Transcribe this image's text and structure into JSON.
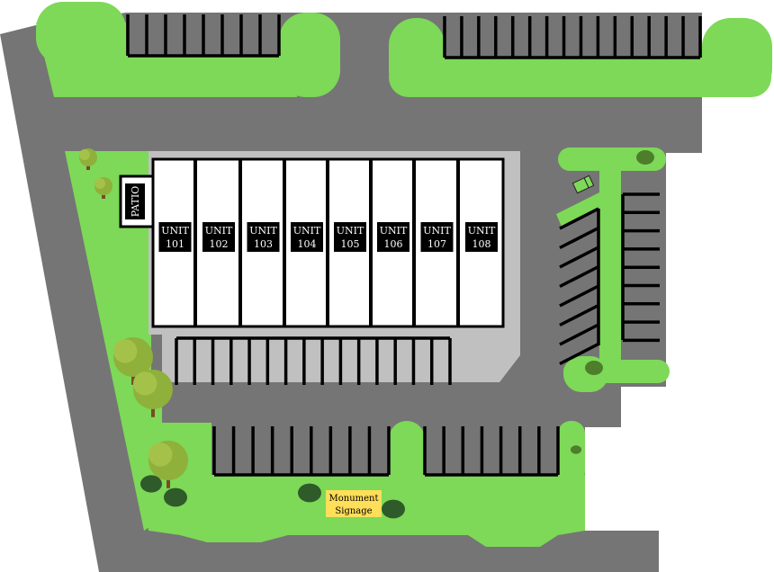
{
  "site_plan": {
    "units": [
      {
        "line1": "UNIT",
        "line2": "101"
      },
      {
        "line1": "UNIT",
        "line2": "102"
      },
      {
        "line1": "UNIT",
        "line2": "103"
      },
      {
        "line1": "UNIT",
        "line2": "104"
      },
      {
        "line1": "UNIT",
        "line2": "105"
      },
      {
        "line1": "UNIT",
        "line2": "106"
      },
      {
        "line1": "UNIT",
        "line2": "107"
      },
      {
        "line1": "UNIT",
        "line2": "108"
      }
    ],
    "patio_label": "PATIO",
    "signage": {
      "line1": "Monument",
      "line2": "Signage"
    }
  },
  "colors": {
    "asphalt": "#757575",
    "grass": "#7dd957",
    "concrete": "#c0c0c0",
    "building": "#ffffff",
    "signage": "#ffde59"
  }
}
